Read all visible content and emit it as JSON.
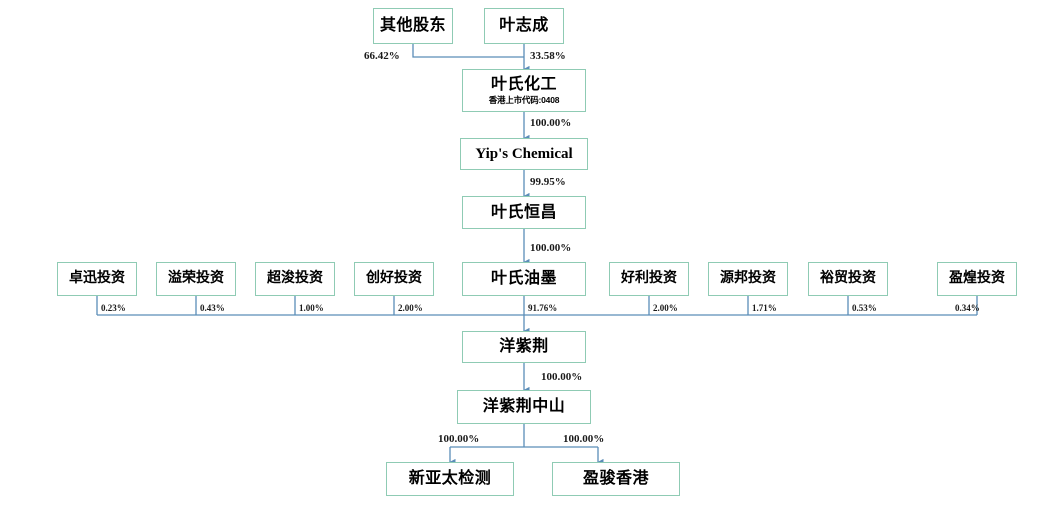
{
  "diagram": {
    "type": "org-ownership-chart",
    "background": "#ffffff",
    "box_border_color": "#8fcbb4",
    "connector_color": "#5b8db8",
    "text_color": "#000000",
    "nodes": [
      {
        "id": "other_shareholders",
        "label": "其他股东"
      },
      {
        "id": "ye_zhicheng",
        "label": "叶志成"
      },
      {
        "id": "yips_chem_cn",
        "label": "叶氏化工",
        "subtitle": "香港上市代码:0408"
      },
      {
        "id": "yips_chemical",
        "label": "Yip's Chemical"
      },
      {
        "id": "yeshi_hengchang",
        "label": "叶氏恒昌"
      },
      {
        "id": "zhuoxun",
        "label": "卓迅投资"
      },
      {
        "id": "yirong",
        "label": "溢荣投资"
      },
      {
        "id": "chaojun",
        "label": "超浚投资"
      },
      {
        "id": "chuanghao",
        "label": "创好投资"
      },
      {
        "id": "yeshi_youmo",
        "label": "叶氏油墨"
      },
      {
        "id": "haoli",
        "label": "好利投资"
      },
      {
        "id": "yuanbang",
        "label": "源邦投资"
      },
      {
        "id": "yumao",
        "label": "裕贸投资"
      },
      {
        "id": "yinghuang",
        "label": "盈煌投资"
      },
      {
        "id": "yangzijing",
        "label": "洋紫荆"
      },
      {
        "id": "yangzijing_zs",
        "label": "洋紫荆中山"
      },
      {
        "id": "xinyatai",
        "label": "新亚太检测"
      },
      {
        "id": "yingjun_hk",
        "label": "盈骏香港"
      }
    ],
    "edges": [
      {
        "from": "other_shareholders",
        "to": "yips_chem_cn",
        "label": "66.42%"
      },
      {
        "from": "ye_zhicheng",
        "to": "yips_chem_cn",
        "label": "33.58%"
      },
      {
        "from": "yips_chem_cn",
        "to": "yips_chemical",
        "label": "100.00%"
      },
      {
        "from": "yips_chemical",
        "to": "yeshi_hengchang",
        "label": "99.95%"
      },
      {
        "from": "yeshi_hengchang",
        "to": "yangzijing",
        "label": "100.00%"
      },
      {
        "from": "zhuoxun",
        "to": "yangzijing",
        "label": "0.23%"
      },
      {
        "from": "yirong",
        "to": "yangzijing",
        "label": "0.43%"
      },
      {
        "from": "chaojun",
        "to": "yangzijing",
        "label": "1.00%"
      },
      {
        "from": "chuanghao",
        "to": "yangzijing",
        "label": "2.00%"
      },
      {
        "from": "yeshi_youmo",
        "to": "yangzijing",
        "label": "91.76%"
      },
      {
        "from": "haoli",
        "to": "yangzijing",
        "label": "2.00%"
      },
      {
        "from": "yuanbang",
        "to": "yangzijing",
        "label": "1.71%"
      },
      {
        "from": "yumao",
        "to": "yangzijing",
        "label": "0.53%"
      },
      {
        "from": "yinghuang",
        "to": "yangzijing",
        "label": "0.34%"
      },
      {
        "from": "yangzijing",
        "to": "yangzijing_zs",
        "label": "100.00%"
      },
      {
        "from": "yangzijing_zs",
        "to": "xinyatai",
        "label": "100.00%"
      },
      {
        "from": "yangzijing_zs",
        "to": "yingjun_hk",
        "label": "100.00%"
      }
    ]
  }
}
